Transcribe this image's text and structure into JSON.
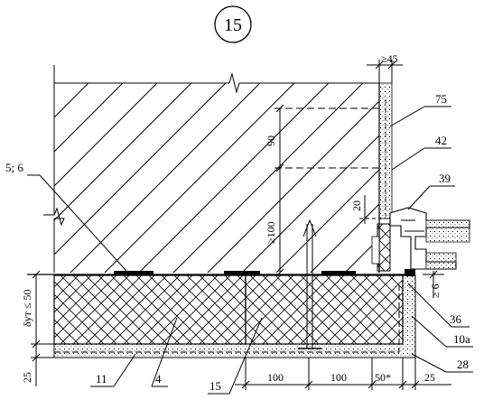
{
  "detail_number": "15",
  "callouts": {
    "c75": "75",
    "c42": "42",
    "c39": "39",
    "c5_6": "5; 6",
    "c36": "36",
    "c10a": "10a",
    "c28": "28",
    "c11": "11",
    "c4": "4",
    "c15": "15"
  },
  "dimensions": {
    "top_gap": "≥45",
    "d90": "90",
    "d100_vertical": "≥100",
    "d20": "20",
    "d6": "≥ 6",
    "delta": "δут ≤ 50",
    "left25": "25",
    "b100a": "100",
    "b100b": "100",
    "b50": "50*",
    "b25": "25"
  },
  "colors": {
    "line": "#000000",
    "background": "#ffffff"
  }
}
